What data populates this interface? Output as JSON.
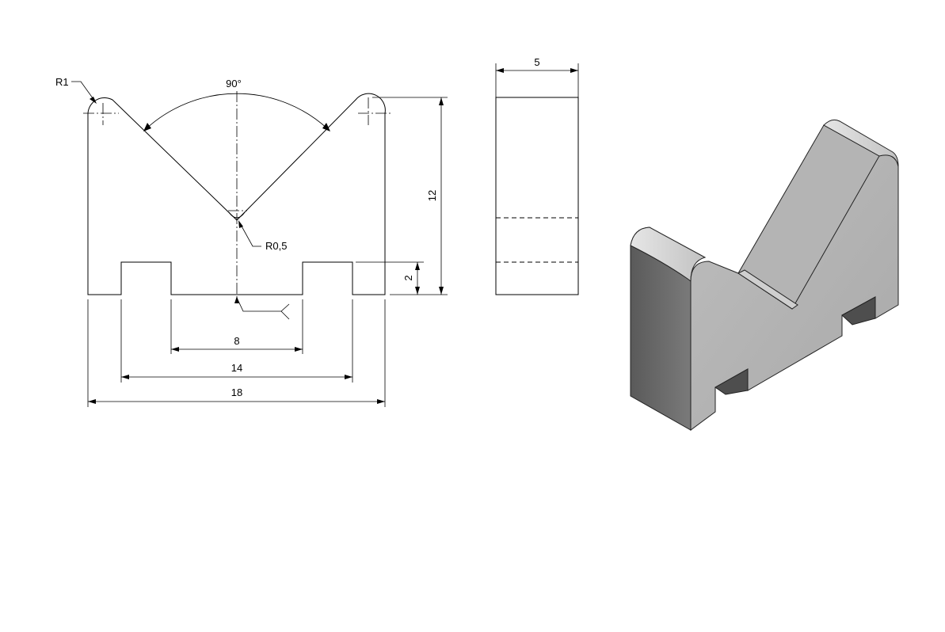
{
  "front_view": {
    "dims": {
      "angle": "90°",
      "radius_top": "R1",
      "radius_vertex": "R0,5",
      "width_inner_slot": "8",
      "width_slots_outer": "14",
      "width_total": "18",
      "height_total": "12",
      "height_slot": "2"
    }
  },
  "side_view": {
    "dims": {
      "thickness": "5"
    }
  }
}
